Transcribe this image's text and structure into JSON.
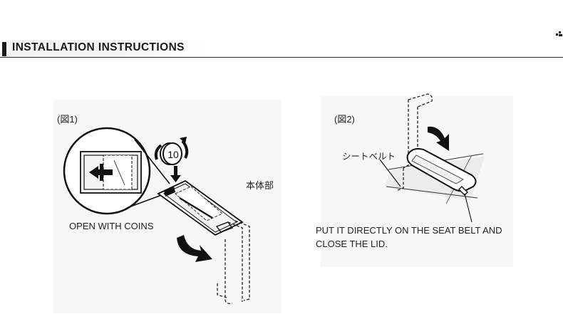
{
  "header": {
    "title": "INSTALLATION INSTRUCTIONS"
  },
  "figure1": {
    "label": "(図1)",
    "body_label": "本体部",
    "coin_label": "10",
    "caption": "OPEN WITH COINS"
  },
  "figure2": {
    "label": "(図2)",
    "belt_label": "シートベルト",
    "caption_line1": "PUT IT DIRECTLY ON THE SEAT BELT AND",
    "caption_line2": "CLOSE THE LID."
  }
}
